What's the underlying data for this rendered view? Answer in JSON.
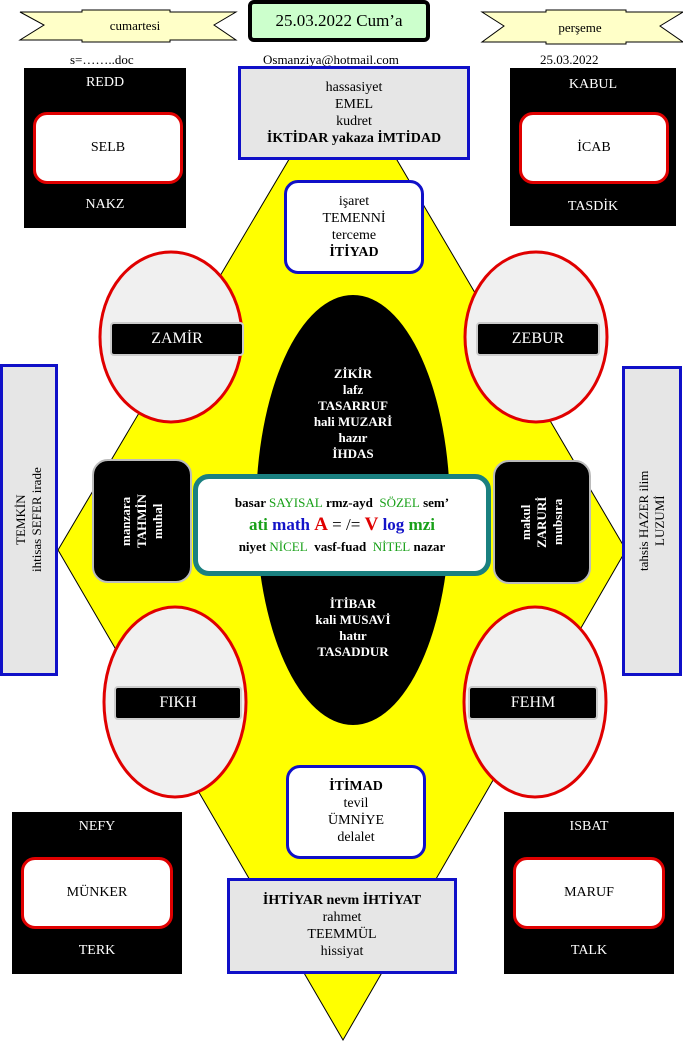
{
  "header": {
    "left_banner": "cumartesi",
    "right_banner": "perşeme",
    "date_title": "25.03.2022 Cum’a",
    "left_sub": "s=……..doc",
    "center_sub": "Osmanziya@hotmail.com",
    "right_sub": "25.03.2022"
  },
  "top_left_box": {
    "top": "REDD",
    "inner": "SELB",
    "bottom": "NAKZ"
  },
  "top_right_box": {
    "top": "KABUL",
    "inner": "İCAB",
    "bottom": "TASDİK"
  },
  "bottom_left_box": {
    "top": "NEFY",
    "inner": "MÜNKER",
    "bottom": "TERK"
  },
  "bottom_right_box": {
    "top": "ISBAT",
    "inner": "MARUF",
    "bottom": "TALK"
  },
  "top_center_box": {
    "l1": "hassasiyet",
    "l2": "EMEL",
    "l3": "kudret",
    "l4": "İKTİDAR yakaza İMTİDAD"
  },
  "upper_mid_box": {
    "l1": "işaret",
    "l2": "TEMENNİ",
    "l3": "terceme",
    "l4": "İTİYAD"
  },
  "lower_mid_box": {
    "l1": "İTİMAD",
    "l2": "tevil",
    "l3": "ÜMNİYE",
    "l4": "delalet"
  },
  "bottom_center_box": {
    "l1": "İHTİYAR nevm İHTİYAT",
    "l2": "rahmet",
    "l3": "TEEMMÜL",
    "l4": "hissiyat"
  },
  "circles": {
    "top_left": "ZAMİR",
    "top_right": "ZEBUR",
    "bottom_left": "FIKH",
    "bottom_right": "FEHM"
  },
  "ellipse_top": {
    "l1": "ZİKİR",
    "l2": "lafz",
    "l3": "TASARRUF",
    "l4": "hali MUZARİ",
    "l5": "hazır",
    "l6": "İHDAS"
  },
  "ellipse_bottom": {
    "l1": "İTİBAR",
    "l2": "kali MUSAVİ",
    "l3": "hatır",
    "l4": "TASADDUR"
  },
  "left_black": {
    "l1": "manzara",
    "l2": "TAHMİN",
    "l3": "muhal"
  },
  "right_black": {
    "l1": "makul",
    "l2": "ZARURİ",
    "l3": "mubsıra"
  },
  "left_side": {
    "l1": "TEMKİN",
    "l2": "ihtisas SEFER irade"
  },
  "right_side": {
    "l1": "tahsis HAZER ilim",
    "l2": "LUZUMİ"
  },
  "center_box": {
    "r1_a": "basar",
    "r1_b": "SAYISAL",
    "r1_c": "rmz-ayd",
    "r1_d": "SÖZEL",
    "r1_e": "sem’",
    "r2_a": "ati",
    "r2_b": "math",
    "r2_c": "A",
    "r2_d": "= /=",
    "r2_e": "V",
    "r2_f": "log",
    "r2_g": "mzi",
    "r3_a": "niyet",
    "r3_b": "NİCEL",
    "r3_c": "vasf-fuad",
    "r3_d": "NİTEL",
    "r3_e": "nazar"
  },
  "colors": {
    "yellow": "#ffff00",
    "red": "#e00000",
    "blue": "#1010c8",
    "teal": "#1a8080",
    "green": "#18a018"
  }
}
